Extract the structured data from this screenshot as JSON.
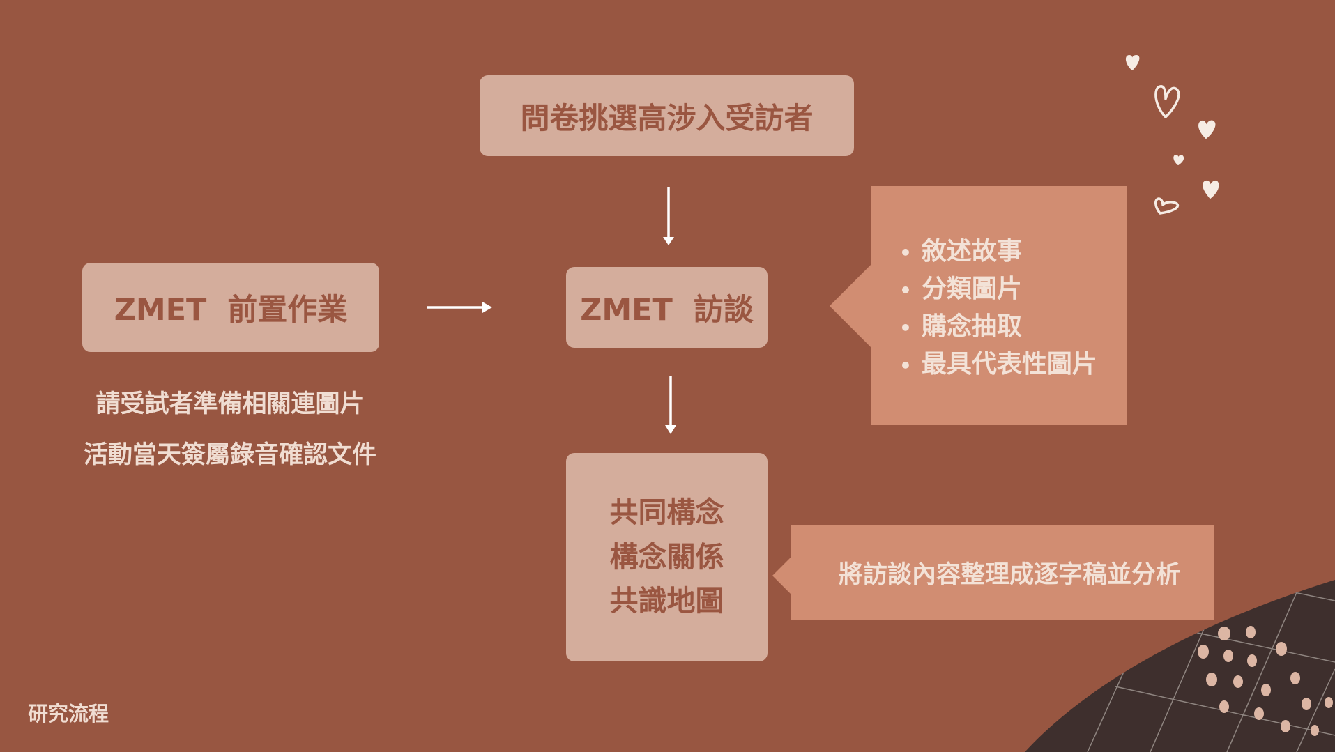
{
  "diagram": {
    "top_step": "問卷挑選高涉入受訪者",
    "prep_step": "ZMET  前置作業",
    "prep_notes": [
      "請受試者準備相關連圖片",
      "活動當天簽屬錄音確認文件"
    ],
    "interview_step": "ZMET  訪談",
    "interview_items": [
      "敘述故事",
      "分類圖片",
      "購念抽取",
      "最具代表性圖片"
    ],
    "result_lines": [
      "共同構念",
      "構念關係",
      "共識地圖"
    ],
    "transcript_note": "將訪談內容整理成逐字稿並分析"
  },
  "footer": {
    "label": "研究流程"
  },
  "colors": {
    "background": "#985641",
    "box": "#d4ad9c",
    "box_text": "#9a5641",
    "callout": "#d18d72",
    "light_text": "#f3e2d7",
    "corner_shape": "#3e2f2d"
  },
  "decorations": {
    "icons": [
      "heart-icon"
    ]
  }
}
